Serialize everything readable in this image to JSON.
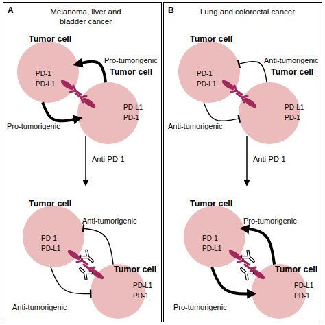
{
  "diagram": {
    "nodes": [
      {
        "text": [
          "A",
          "Melanoma, liver and bladder cancer"
        ]
      },
      {
        "text": [
          "Tumor cell",
          "PD-1",
          "PD-L1"
        ],
        "in": 0
      },
      {
        "text": [
          "Tumor cell",
          "PD-L1",
          "PD-1"
        ],
        "in": 0
      },
      {
        "text": [
          "Tumor cell",
          "PD-1",
          "PD-L1"
        ],
        "in": 0
      },
      {
        "text": [
          "Tumor cell",
          "PD-L1",
          "PD-1"
        ],
        "in": 0
      },
      {
        "text": [
          "B",
          "Lung and colorectal cancer"
        ]
      },
      {
        "text": [
          "Tumor cell",
          "PD-1",
          "PD-L1"
        ],
        "in": 5
      },
      {
        "text": [
          "Tumor cell",
          "PD-L1",
          "PD-1"
        ],
        "in": 5
      },
      {
        "text": [
          "Tumor cell",
          "PD-1",
          "PD-L1"
        ],
        "in": 5
      },
      {
        "text": [
          "Tumor cell",
          "PD-L1",
          "PD-1"
        ],
        "in": 5
      }
    ],
    "edges": [
      {
        "from": 2,
        "to": 1,
        "label": "Pro-tumorigenic",
        "arrow": "to"
      },
      {
        "from": 1,
        "to": 2,
        "label": "Pro-tumorigenic",
        "arrow": "to"
      },
      {
        "from": 4,
        "to": 3,
        "label": "Anti-tumorigenic",
        "arrow": "to"
      },
      {
        "from": 3,
        "to": 4,
        "label": "Anti-tumorigenic",
        "arrow": "to"
      },
      {
        "from": 7,
        "to": 6,
        "label": "Anti-tumorigenic",
        "arrow": "to"
      },
      {
        "from": 6,
        "to": 7,
        "label": "Anti-tumorigenic",
        "arrow": "to"
      },
      {
        "from": 9,
        "to": 8,
        "label": "Pro-tumorigenic",
        "arrow": "to"
      },
      {
        "from": 8,
        "to": 9,
        "label": "Pro-tumorigenic",
        "arrow": "to"
      }
    ],
    "labels": [
      "Anti-PD-1",
      "Anti-PD-1"
    ]
  }
}
